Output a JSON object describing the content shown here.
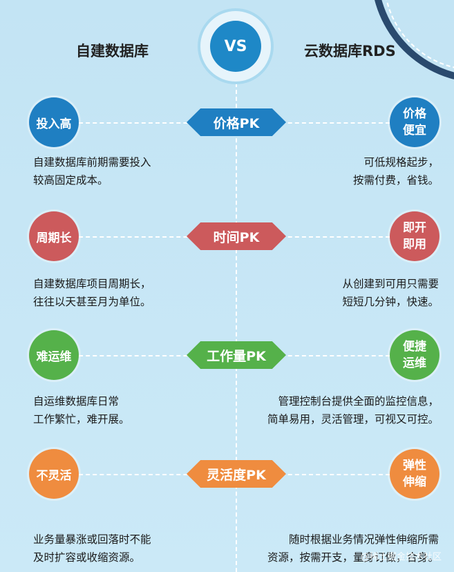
{
  "header": {
    "left_title": "自建数据库",
    "right_title": "云数据库RDS",
    "vs_label": "VS"
  },
  "rows": [
    {
      "label": "价格PK",
      "left_circle": "投入高",
      "left_desc": [
        "自建数据库前期需要投入",
        "较高固定成本。"
      ],
      "right_circle": [
        "价格",
        "便宜"
      ],
      "right_desc": [
        "可低规格起步，",
        "按需付费，省钱。"
      ],
      "color": "#1f7fc2"
    },
    {
      "label": "时间PK",
      "left_circle": "周期长",
      "left_desc": [
        "自建数据库项目周期长，",
        "往往以天甚至月为单位。"
      ],
      "right_circle": [
        "即开",
        "即用"
      ],
      "right_desc": [
        "从创建到可用只需要",
        "短短几分钟，快速。"
      ],
      "color": "#cc5a5c"
    },
    {
      "label": "工作量PK",
      "left_circle": "难运维",
      "left_desc": [
        "自运维数据库日常",
        "工作繁忙，难开展。"
      ],
      "right_circle": [
        "便捷",
        "运维"
      ],
      "right_desc": [
        "管理控制台提供全面的监控信息，",
        "简单易用，灵活管理，可视又可控。"
      ],
      "color": "#55b14a"
    },
    {
      "label": "灵活度PK",
      "left_circle": "不灵活",
      "left_desc": [
        "业务量暴涨或回落时不能",
        "及时扩容或收缩资源。"
      ],
      "right_circle": [
        "弹性",
        "伸缩"
      ],
      "right_desc": [
        "随时根据业务情况弹性伸缩所需",
        "资源，按需开支，量身订做，合身。"
      ],
      "color": "#ef8c3f"
    }
  ],
  "watermark": "@稀土掘金技术社区"
}
